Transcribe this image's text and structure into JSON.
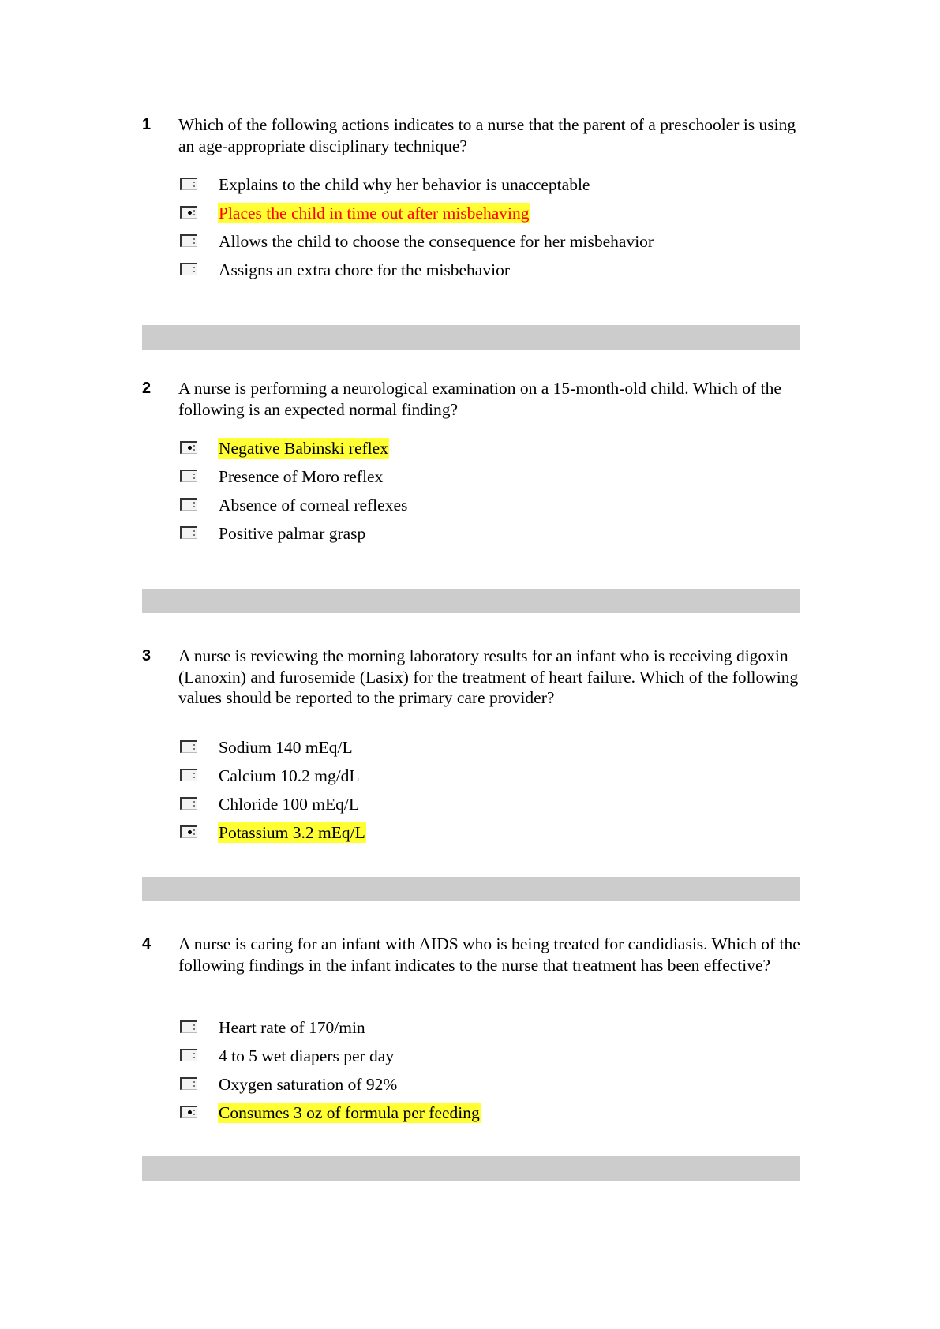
{
  "questions": [
    {
      "number": "1",
      "text": "Which of the following actions indicates to a nurse that the parent of a preschooler is using an age-appropriate disciplinary technique?",
      "options": [
        {
          "label": "Explains to the child why her behavior is unacceptable",
          "selected": false
        },
        {
          "label": "Places the child in time out after misbehaving",
          "selected": true
        },
        {
          "label": "Allows the child to choose the consequence for her misbehavior",
          "selected": false
        },
        {
          "label": "Assigns an extra chore for the misbehavior",
          "selected": false
        }
      ]
    },
    {
      "number": "2",
      "text": "A nurse is performing a neurological examination on a 15-month-old child. Which of the following is an expected normal finding?",
      "options": [
        {
          "label": "Negative Babinski reflex",
          "selected": true
        },
        {
          "label": "Presence of Moro reflex",
          "selected": false
        },
        {
          "label": "Absence of corneal reflexes",
          "selected": false
        },
        {
          "label": "Positive palmar grasp",
          "selected": false
        }
      ]
    },
    {
      "number": "3",
      "text": "A nurse is reviewing the morning laboratory results for an infant who is receiving digoxin (Lanoxin) and furosemide (Lasix) for the treatment of heart failure. Which of the following values should be reported to the primary care provider?",
      "options": [
        {
          "label": "Sodium 140 mEq/L",
          "selected": false
        },
        {
          "label": "Calcium 10.2 mg/dL",
          "selected": false
        },
        {
          "label": "Chloride 100 mEq/L",
          "selected": false
        },
        {
          "label": "Potassium 3.2 mEq/L",
          "selected": true
        }
      ]
    },
    {
      "number": "4",
      "text": "A nurse is caring for an infant with AIDS who is being treated for candidiasis. Which of the following findings in the infant indicates to the nurse that treatment has been effective?",
      "options": [
        {
          "label": "Heart rate of 170/min",
          "selected": false
        },
        {
          "label": "4 to 5 wet diapers per day",
          "selected": false
        },
        {
          "label": "Oxygen saturation of 92%",
          "selected": false
        },
        {
          "label": "Consumes 3 oz of formula per feeding",
          "selected": true
        }
      ]
    }
  ],
  "colors": {
    "highlight": "#ffff33",
    "highlight_text_q1": "#ff0000",
    "separator": "#cccccc"
  }
}
